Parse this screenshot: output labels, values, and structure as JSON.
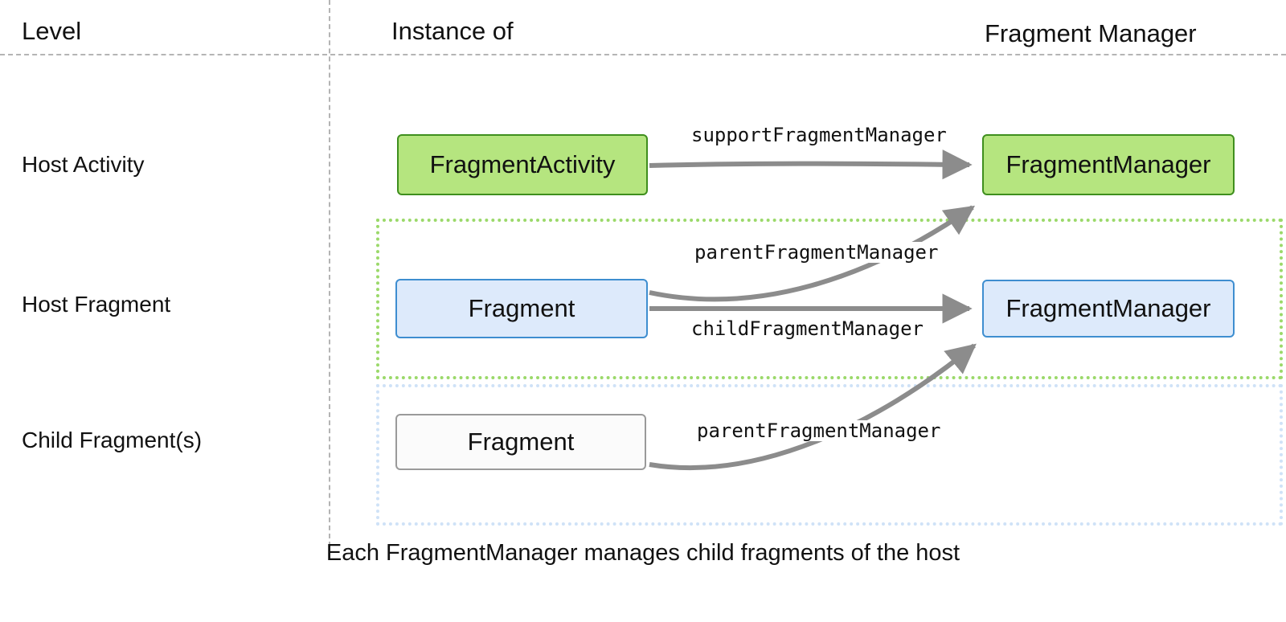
{
  "header": {
    "col_level": "Level",
    "col_instance": "Instance of",
    "col_manager": "Fragment Manager"
  },
  "rows": [
    {
      "label": "Host Activity"
    },
    {
      "label": "Host Fragment"
    },
    {
      "label": "Child Fragment(s)"
    }
  ],
  "nodes": {
    "fragment_activity": "FragmentActivity",
    "manager_activity": "FragmentManager",
    "fragment_host": "Fragment",
    "manager_host": "FragmentManager",
    "fragment_child": "Fragment"
  },
  "edges": {
    "support_fragment_manager": "supportFragmentManager",
    "parent_fragment_manager_host": "parentFragmentManager",
    "child_fragment_manager": "childFragmentManager",
    "parent_fragment_manager_child": "parentFragmentManager"
  },
  "caption": "Each FragmentManager manages child fragments of the host",
  "colors": {
    "green_fill": "#b5e57f",
    "green_border": "#3f8f1e",
    "blue_fill": "#ddeafb",
    "blue_border": "#3e8ed0",
    "plain_fill": "#fbfbfb",
    "plain_border": "#9a9a9a",
    "group_green_dotted": "#9bd96a",
    "group_blue_dotted": "#cfe2f7",
    "arrow": "#8c8c8c",
    "divider": "#b4b4b4",
    "text": "#111111"
  }
}
